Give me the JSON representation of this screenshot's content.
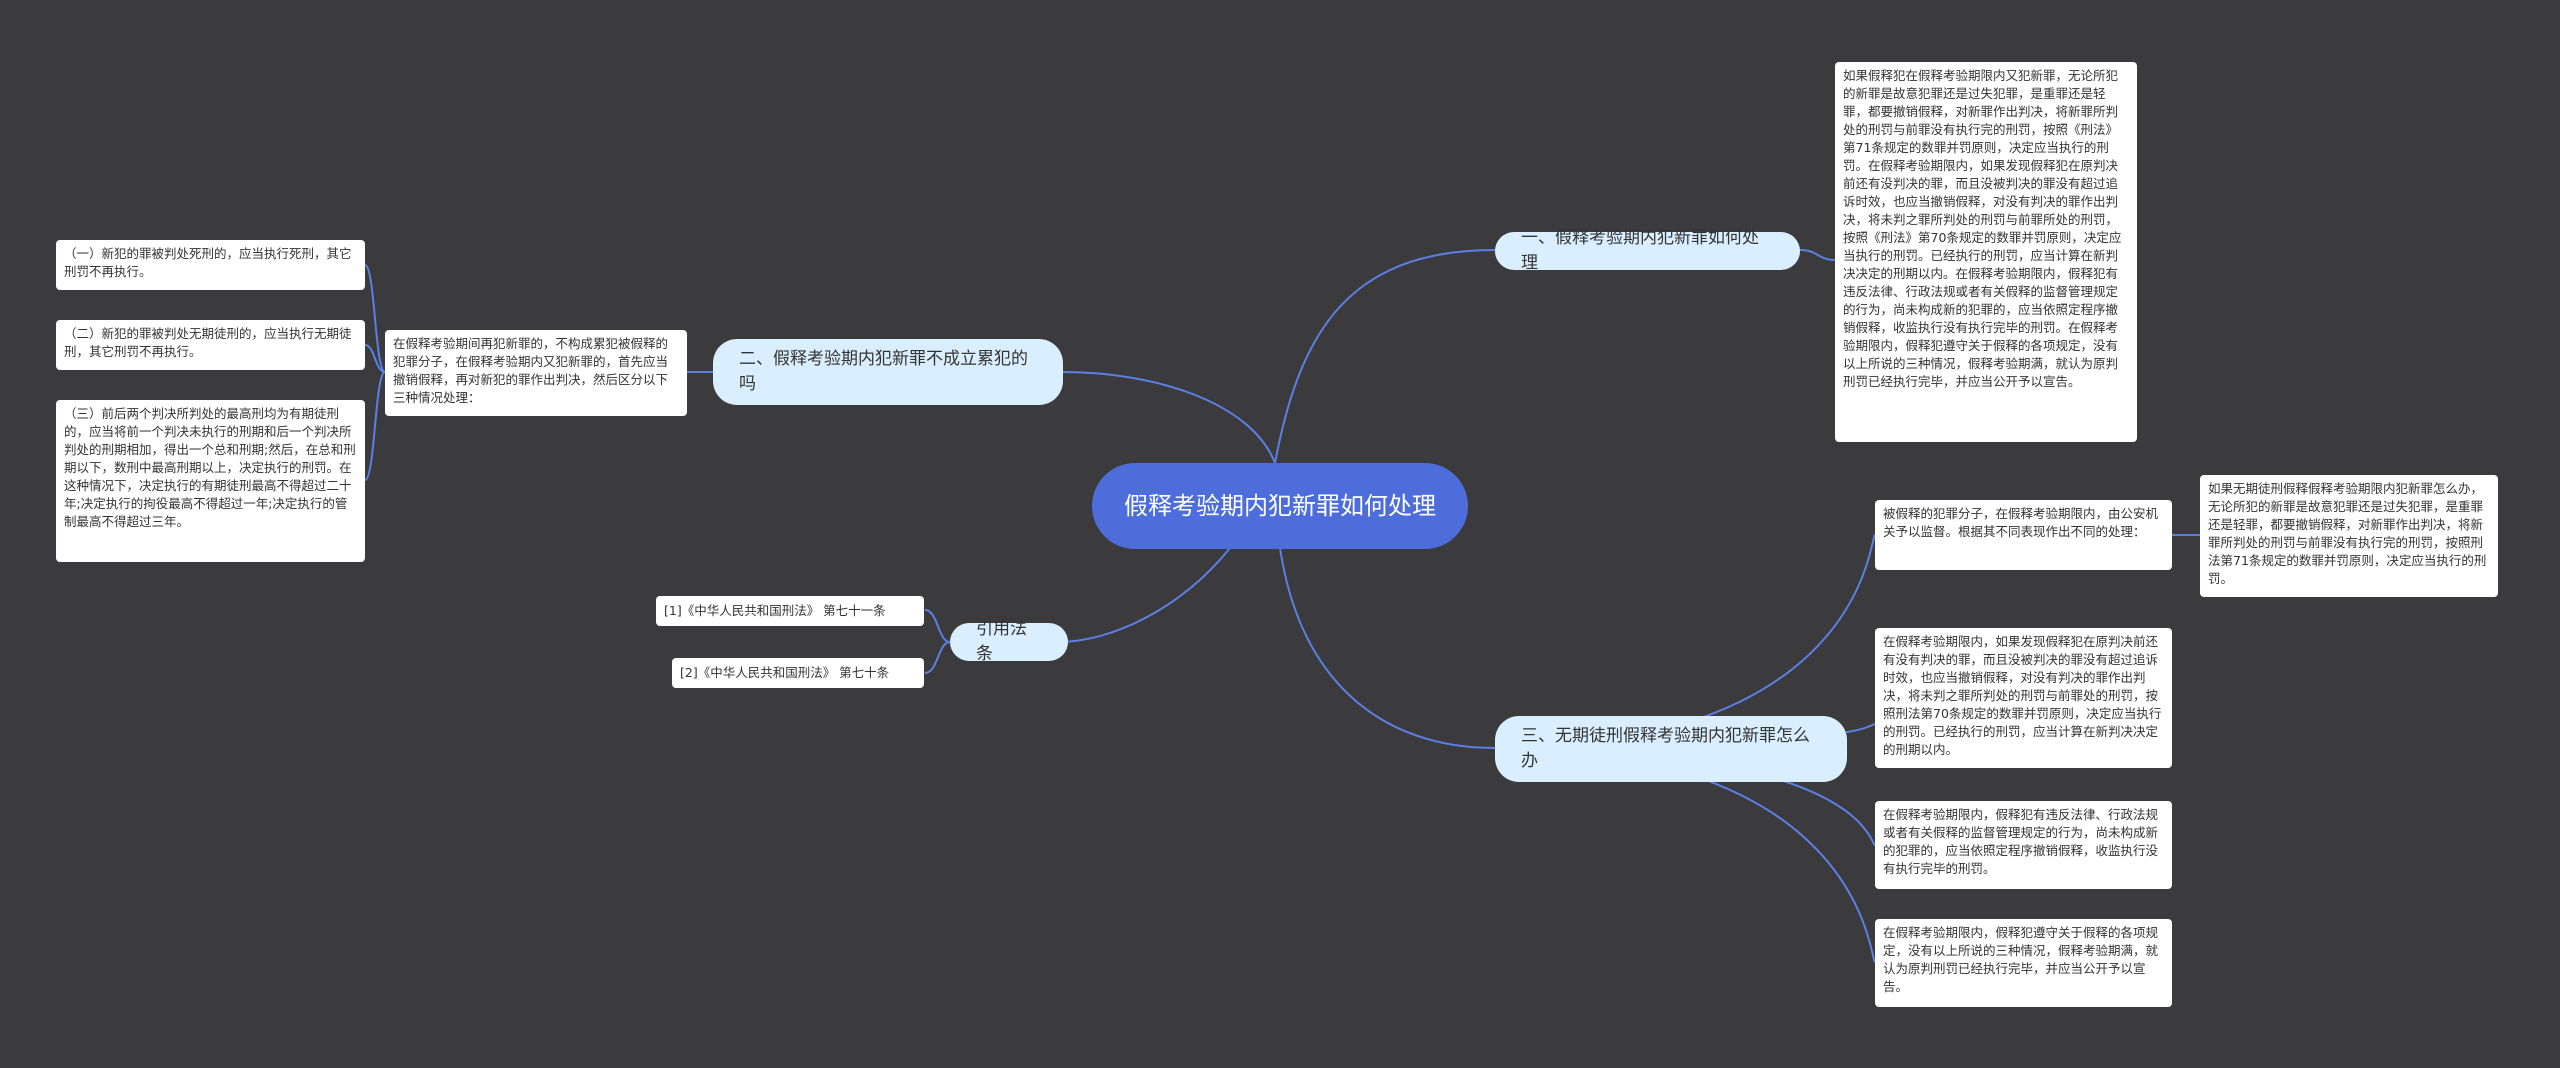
{
  "root": {
    "title": "假释考验期内犯新罪如何处理"
  },
  "branches": {
    "b1": {
      "label": "一、假释考验期内犯新罪如何处理",
      "text": "如果假释犯在假释考验期限内又犯新罪，无论所犯的新罪是故意犯罪还是过失犯罪，是重罪还是轻罪，都要撤销假释，对新罪作出判决，将新罪所判处的刑罚与前罪没有执行完的刑罚，按照《刑法》第71条规定的数罪并罚原则，决定应当执行的刑罚。在假释考验期限内，如果发现假释犯在原判决前还有没判决的罪，而且没被判决的罪没有超过追诉时效，也应当撤销假释，对没有判决的罪作出判决，将未判之罪所判处的刑罚与前罪所处的刑罚，按照《刑法》第70条规定的数罪并罚原则，决定应当执行的刑罚。已经执行的刑罚，应当计算在新判决决定的刑期以内。在假释考验期限内，假释犯有违反法律、行政法规或者有关假释的监督管理规定的行为，尚未构成新的犯罪的，应当依照定程序撤销假释，收监执行没有执行完毕的刑罚。在假释考验期限内，假释犯遵守关于假释的各项规定，没有以上所说的三种情况，假释考验期满，就认为原判刑罚已经执行完毕，并应当公开予以宣告。"
    },
    "b2": {
      "label": "二、假释考验期内犯新罪不成立累犯的吗",
      "intro": "在假释考验期间再犯新罪的，不构成累犯被假释的犯罪分子，在假释考验期内又犯新罪的，首先应当撤销假释，再对新犯的罪作出判决，然后区分以下三种情况处理：",
      "items": [
        "（一）新犯的罪被判处死刑的，应当执行死刑，其它刑罚不再执行。",
        "（二）新犯的罪被判处无期徒刑的，应当执行无期徒刑，其它刑罚不再执行。",
        "（三）前后两个判决所判处的最高刑均为有期徒刑的，应当将前一个判决未执行的刑期和后一个判决所判处的刑期相加，得出一个总和刑期;然后，在总和刑期以下，数刑中最高刑期以上，决定执行的刑罚。在这种情况下，决定执行的有期徒刑最高不得超过二十年;决定执行的拘役最高不得超过一年;决定执行的管制最高不得超过三年。"
      ]
    },
    "b3": {
      "label": "三、无期徒刑假释考验期内犯新罪怎么办",
      "first": "被假释的犯罪分子，在假释考验期限内，由公安机关予以监督。根据其不同表现作出不同的处理：",
      "first_child": "如果无期徒刑假释假释考验期限内犯新罪怎么办，无论所犯的新罪是故意犯罪还是过失犯罪，是重罪还是轻罪，都要撤销假释，对新罪作出判决，将新罪所判处的刑罚与前罪没有执行完的刑罚，按照刑法第71条规定的数罪并罚原则，决定应当执行的刑罚。",
      "items": [
        "在假释考验期限内，如果发现假释犯在原判决前还有没有判决的罪，而且没被判决的罪没有超过追诉时效，也应当撤销假释，对没有判决的罪作出判决，将未判之罪所判处的刑罚与前罪处的刑罚，按照刑法第70条规定的数罪并罚原则，决定应当执行的刑罚。已经执行的刑罚，应当计算在新判决决定的刑期以内。",
        "在假释考验期限内，假释犯有违反法律、行政法规或者有关假释的监督管理规定的行为，尚未构成新的犯罪的，应当依照定程序撤销假释，收监执行没有执行完毕的刑罚。",
        "在假释考验期限内，假释犯遵守关于假释的各项规定，没有以上所说的三种情况，假释考验期满，就认为原判刑罚已经执行完毕，并应当公开予以宣告。"
      ]
    },
    "b4": {
      "label": "引用法条",
      "refs": [
        "[1]《中华人民共和国刑法》 第七十一条",
        "[2]《中华人民共和国刑法》 第七十条"
      ]
    }
  },
  "colors": {
    "background": "#3b3b3d",
    "root": "#4d6ddb",
    "branch": "#d9efff",
    "link": "#5b7fe3"
  }
}
